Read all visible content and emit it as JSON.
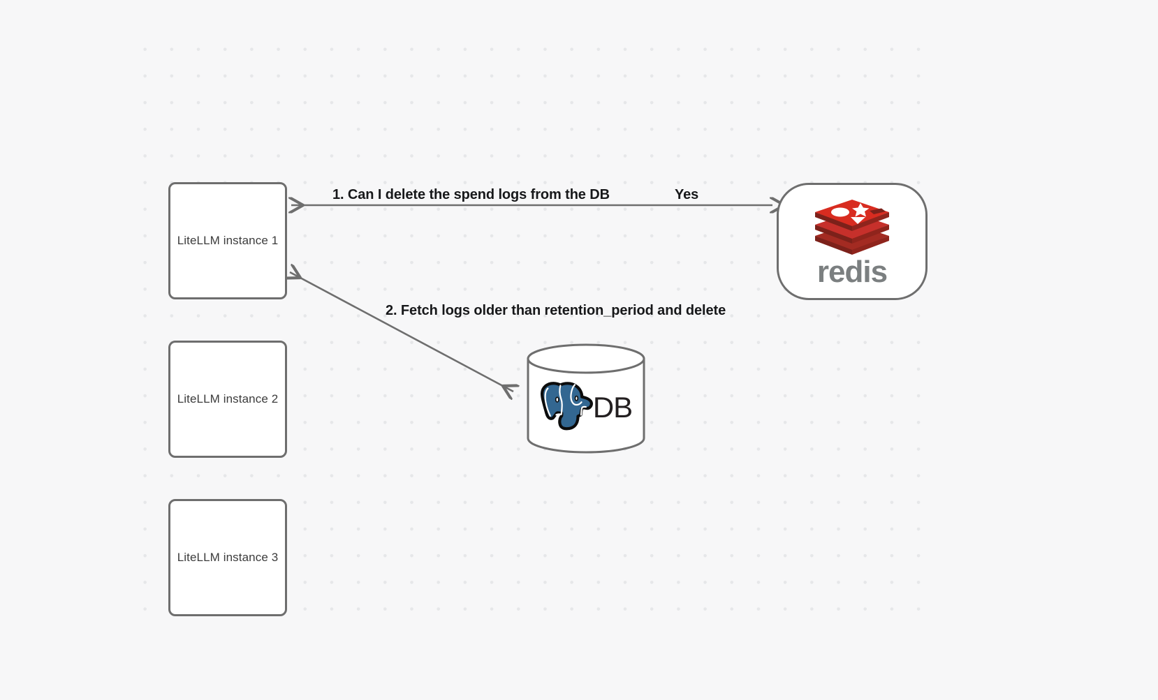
{
  "canvas": {
    "background_color": "#f7f7f8",
    "grid": "dot-grid",
    "grid_dot_color": "#e6e7e9"
  },
  "nodes": [
    {
      "id": "litellm-1",
      "label": "LiteLLM instance 1",
      "shape": "rounded-rect",
      "border_color": "#6e6e6e",
      "fill": "#ffffff"
    },
    {
      "id": "litellm-2",
      "label": "LiteLLM instance 2",
      "shape": "rounded-rect",
      "border_color": "#6e6e6e",
      "fill": "#ffffff"
    },
    {
      "id": "litellm-3",
      "label": "LiteLLM instance 3",
      "shape": "rounded-rect",
      "border_color": "#6e6e6e",
      "fill": "#ffffff"
    },
    {
      "id": "redis",
      "label": "redis",
      "shape": "stadium",
      "logo": "redis-logo-icon",
      "border_color": "#6e6e6e",
      "fill": "#ffffff",
      "logo_color": "#d82c20",
      "wordmark_color": "#7b7f80"
    },
    {
      "id": "db",
      "label": "DB",
      "shape": "cylinder",
      "logo": "postgresql-elephant-icon",
      "border_color": "#6e6e6e",
      "fill": "#ffffff",
      "logo_color": "#336791"
    }
  ],
  "edges": [
    {
      "id": "edge-1",
      "from": "litellm-1",
      "to": "redis",
      "direction": "bidirectional",
      "label": "1.  Can I delete the spend logs from the DB",
      "reply_label": "Yes",
      "color": "#6e6e6e"
    },
    {
      "id": "edge-2",
      "from": "db",
      "to": "litellm-1",
      "direction": "bidirectional",
      "label": "2.  Fetch logs older than retention_period and delete",
      "color": "#6e6e6e"
    }
  ]
}
